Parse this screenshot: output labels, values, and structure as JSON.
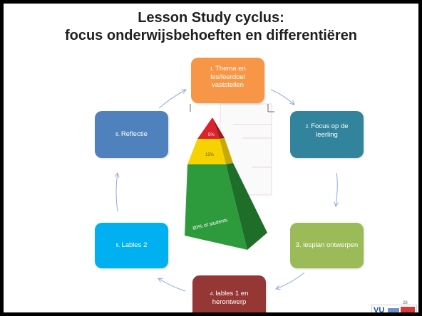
{
  "slide": {
    "title_line1": "Lesson Study cyclus:",
    "title_line2": "focus onderwijsbehoeften en differentiëren",
    "page_number": "28"
  },
  "steps": [
    {
      "num": "1. ",
      "text": "Thema en les/leerdoel vaststellen",
      "color": "#f79646"
    },
    {
      "num": "2. ",
      "text": "Focus op de leerling",
      "color": "#31849b"
    },
    {
      "num": "",
      "text": "3. lesplan ontwerpen",
      "color": "#9bbb59"
    },
    {
      "num": "4. ",
      "text": "lables 1 en herontwerp",
      "color": "#953735"
    },
    {
      "num": "5. ",
      "text": "Lables 2",
      "color": "#00b0f0"
    },
    {
      "num": "6. ",
      "text": "Reflectie",
      "color": "#4f81bd"
    }
  ],
  "pyramid": {
    "top_label": "5%",
    "middle_label": "15%",
    "bottom_label": "80% of students",
    "top_color": "#d9232d",
    "middle_color": "#f5d200",
    "bottom_color": "#2d9a3c"
  },
  "logo": {
    "text": "VU",
    "colors": {
      "vu_blue": "#1a4f9c",
      "red": "#d63b3b",
      "light_blue": "#6b95c9"
    }
  },
  "icons": {
    "cycle_arrows": "curved-arrow-icon"
  }
}
